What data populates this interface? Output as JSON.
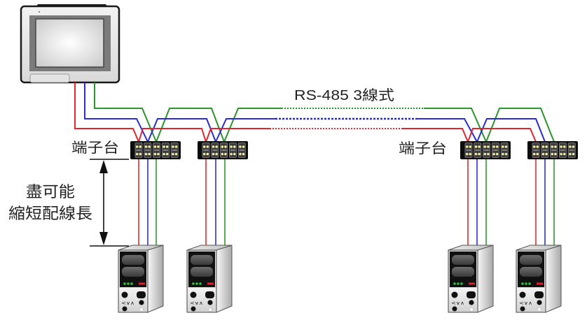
{
  "diagram": {
    "bus_label": "RS-485 3線式",
    "terminal_block_label_left": "端子台",
    "terminal_block_label_right": "端子台",
    "note": {
      "line1": "盡可能",
      "line2": "縮短配線長"
    },
    "colors": {
      "red": "#e3262b",
      "blue": "#2a2ad6",
      "green": "#2b942b"
    },
    "hmi_panel": {
      "name": "touch-panel"
    },
    "terminal_blocks": [
      {
        "name": "terminal-block-1",
        "terminals": 5
      },
      {
        "name": "terminal-block-2",
        "terminals": 5
      },
      {
        "name": "terminal-block-3",
        "terminals": 5
      },
      {
        "name": "terminal-block-4",
        "terminals": 5
      }
    ],
    "devices": [
      {
        "name": "controller-1",
        "keys_label": "<∨∧"
      },
      {
        "name": "controller-2",
        "keys_label": "<∨∧"
      },
      {
        "name": "controller-3",
        "keys_label": "<∨∧"
      },
      {
        "name": "controller-4",
        "keys_label": "<∨∧"
      }
    ]
  }
}
